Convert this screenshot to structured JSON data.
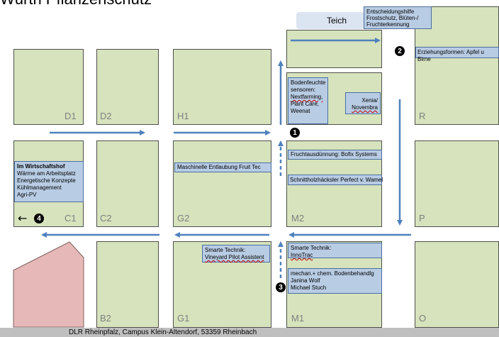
{
  "title": "Würth Pflanzenschutz",
  "teich_label": "Teich",
  "fields": {
    "D1": "D1",
    "D2": "D2",
    "H1": "H1",
    "R": "R",
    "C1": "C1",
    "C2": "C2",
    "G2": "G2",
    "M2": "M2",
    "P": "P",
    "B2": "B2",
    "G1": "G1",
    "M1": "M1",
    "O": "O"
  },
  "info_boxes": {
    "entscheidung": [
      "Entscheidungshilfe",
      "Frostschutz, Blüten-/",
      "Fruchterkennung"
    ],
    "erziehung": "Erziehungsformen: Apfel u Birne",
    "bodenfeuchte": [
      "Bodenfeuchte",
      "sensoren:",
      "Nextfarming,",
      "Plant Care,",
      "Weenat"
    ],
    "xenia": [
      "Xenia/",
      "Novembra"
    ],
    "fruchtausduennung": "Fruchtausdünnung: Bofix Systems",
    "schnittholz": "Schnittholzhäcksler Perfect v. Wamel",
    "maschinelle": "Maschinelle Entlaubung Fruit Tec",
    "wirtschaftshof": [
      "Im Wirtschaftshof",
      "Wärme am Arbeitsplatz",
      "Energetische Konzepte",
      "Kühlmanagement",
      "Agri-PV"
    ],
    "smarte_vineyard": [
      "Smarte Technik:",
      "Vineyard Pilot Assistent"
    ],
    "smarte_innotrac": [
      "Smarte Technik:",
      "InnoTrac"
    ],
    "mechan": [
      "mechan.+ chem. Bodenbehandlg",
      "Janina Wolf",
      "Michael Stuch"
    ]
  },
  "markers": {
    "m1": "1",
    "m2": "2",
    "m3": "3",
    "m4": "4"
  },
  "exit_arrow": "←",
  "footer": "DLR Rheinpfalz, Campus Klein-Altendorf, 53359 Rheinbach",
  "colors": {
    "field": "#d6e3bc",
    "info_box": "#b8cce4",
    "arrow": "#4f81bd",
    "building": "#e6b9b8"
  }
}
